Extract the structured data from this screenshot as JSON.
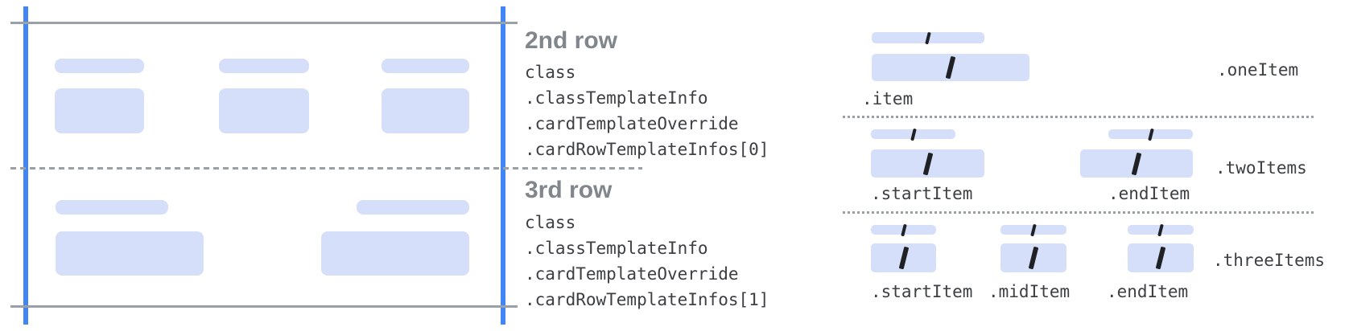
{
  "colors": {
    "background": "#ffffff",
    "bar_fill": "#d5dffa",
    "edge_blue": "#4285f4",
    "line_gray": "#9aa0a6",
    "title_gray": "#80868b",
    "code_text": "#3c4043",
    "slash_dark": "#202124"
  },
  "card": {
    "rows": [
      {
        "annotation_title": "2nd row",
        "code_lines": [
          "class",
          ".classTemplateInfo",
          ".cardTemplateOverride",
          ".cardRowTemplateInfos[0]"
        ]
      },
      {
        "annotation_title": "3rd row",
        "code_lines": [
          "class",
          ".classTemplateInfo",
          ".cardTemplateOverride",
          ".cardRowTemplateInfos[1]"
        ]
      }
    ]
  },
  "row_templates": [
    {
      "name": ".oneItem",
      "item_labels": [
        ".item"
      ]
    },
    {
      "name": ".twoItems",
      "item_labels": [
        ".startItem",
        ".endItem"
      ]
    },
    {
      "name": ".threeItems",
      "item_labels": [
        ".startItem",
        ".midItem",
        ".endItem"
      ]
    }
  ],
  "glyphs": {
    "slash": "/"
  }
}
